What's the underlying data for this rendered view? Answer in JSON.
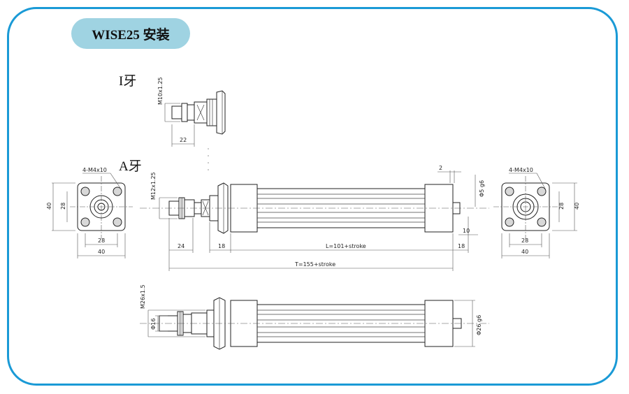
{
  "title": "WISE25 安装",
  "labels": {
    "i_thread": "I牙",
    "a_thread": "A牙"
  },
  "dims": {
    "m10": "M10x1.25",
    "i_22": "22",
    "m12": "M12x1.25",
    "d24": "24",
    "d18a": "18",
    "L": "L=101+stroke",
    "d18b": "18",
    "T": "T=155+stroke",
    "d2": "2",
    "phi5": "Φ5 g6",
    "d10": "10",
    "left_holes": "4-M4x10",
    "left_40v": "40",
    "left_28v": "28",
    "left_28h": "28",
    "left_40h": "40",
    "right_holes": "4-M4x10",
    "right_28v": "28",
    "right_40v": "40",
    "right_28h": "28",
    "right_40h": "40",
    "m26": "M26x1.5",
    "phi16": "Φ16",
    "phi26": "Φ26 g6"
  }
}
